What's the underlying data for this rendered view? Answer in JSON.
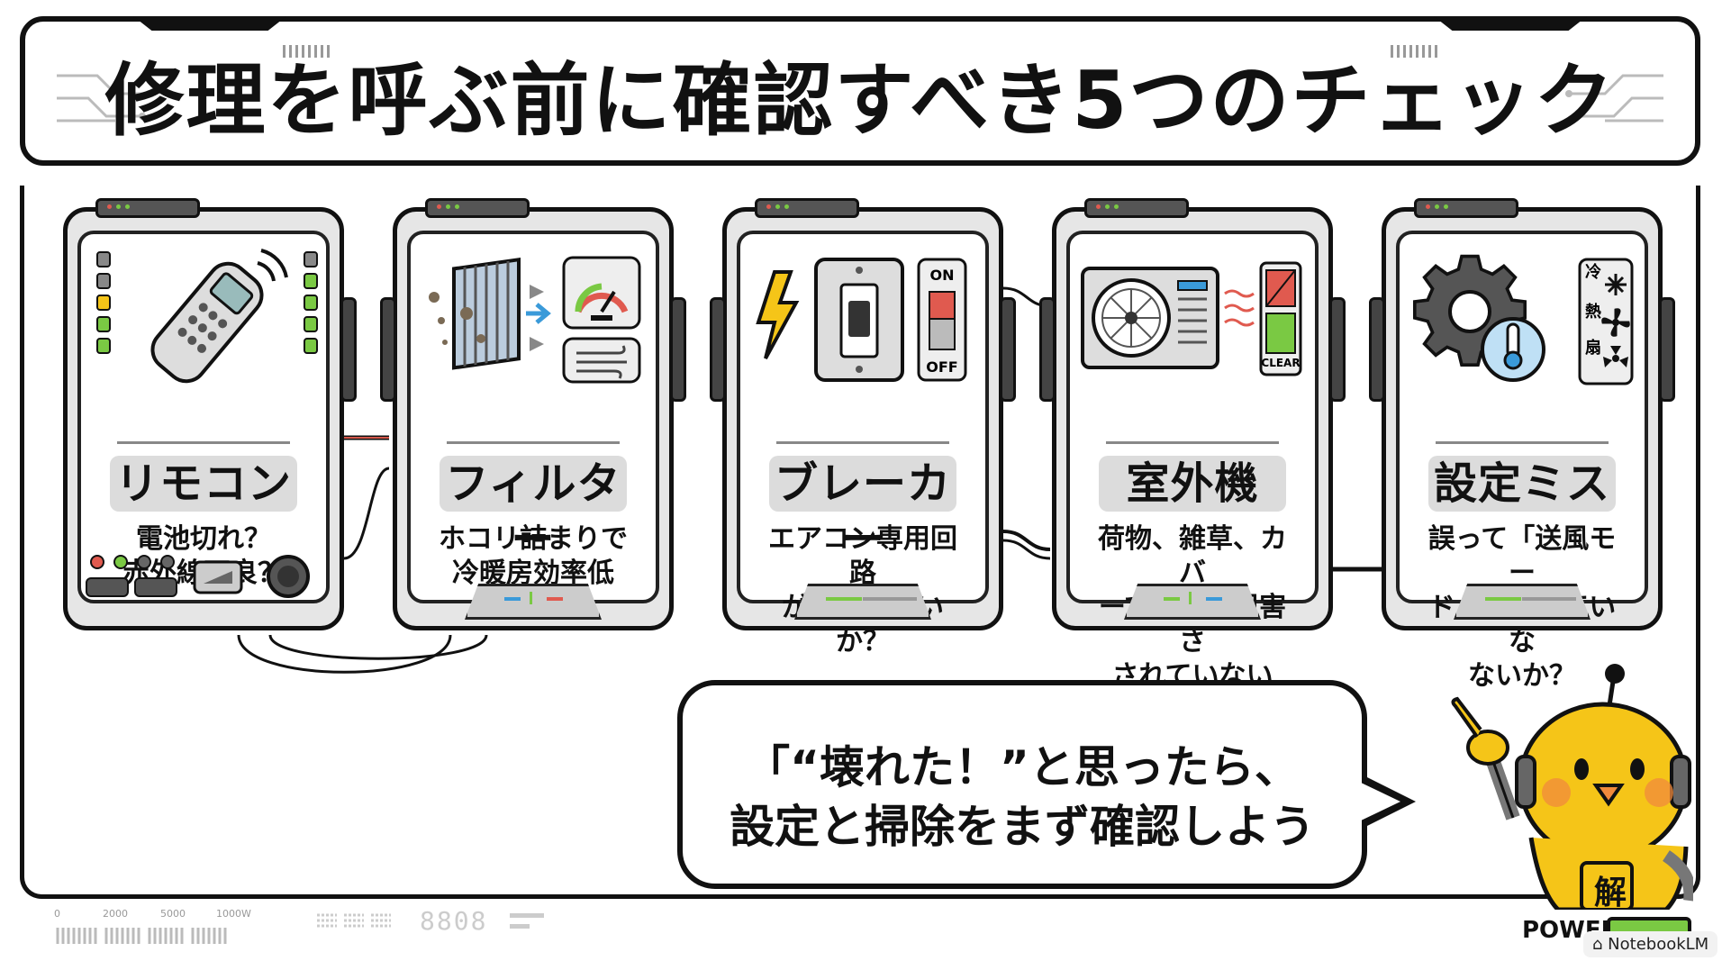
{
  "header": {
    "title": "修理を呼ぶ前に確認すべき5つのチェック"
  },
  "cards": [
    {
      "title": "リモコン",
      "description_lines": [
        "電池切れ？",
        "赤外線不良？"
      ]
    },
    {
      "title": "フィルター",
      "description_lines": [
        "ホコリ詰まりで",
        "冷暖房効率低下？"
      ]
    },
    {
      "title": "ブレーカー",
      "description_lines": [
        "エアコン専用回路",
        "が落ちてないか？"
      ],
      "switch_on_label": "ON",
      "switch_off_label": "OFF"
    },
    {
      "title": "室外機",
      "description_lines": [
        "荷物、雑草、カバ",
        "ーで排熱が阻害さ",
        "されていないか？"
      ],
      "status_label": "CLEAR"
    },
    {
      "title": "設定ミス",
      "description_lines": [
        "誤って「送風モー",
        "ド」になっていな",
        "ないか？"
      ],
      "mode_labels": [
        "冷",
        "熱",
        "扇"
      ]
    }
  ],
  "bubble": {
    "lines": [
      "「“壊れた！”と思ったら、",
      "設定と掃除をまず確認しよう"
    ]
  },
  "mascot": {
    "badge": "解"
  },
  "footer": {
    "scale_labels": [
      "0",
      "2000",
      "5000",
      "1000W"
    ],
    "digital_readout": "8808",
    "power_label": "POWER",
    "watermark": "NotebookLM"
  },
  "colors": {
    "mascot_yellow": "#f5c518",
    "green_led": "#7ac943",
    "red_led": "#e05a4f",
    "accent_blue": "#3a9ad9"
  }
}
